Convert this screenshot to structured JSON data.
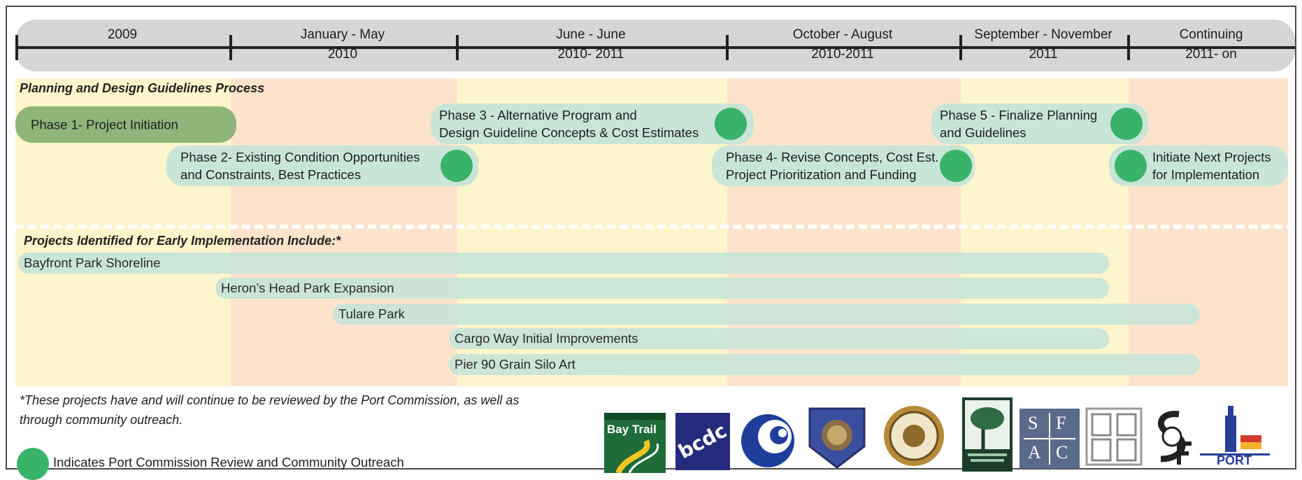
{
  "timeline": {
    "periods": [
      {
        "range": "2009",
        "year": ""
      },
      {
        "range": "January - May",
        "year": "2010"
      },
      {
        "range": "June - June",
        "year": "2010- 2011"
      },
      {
        "range": "October  - August",
        "year": "2010-2011"
      },
      {
        "range": "September - November",
        "year": "2011"
      },
      {
        "range": "Continuing",
        "year": "2011- on"
      }
    ]
  },
  "planning": {
    "title": "Planning and Design Guidelines Process",
    "phase1": {
      "line1": "Phase 1- Project Initiation"
    },
    "phase2": {
      "line1": "Phase 2- Existing Condition Opportunities",
      "line2": "and Constraints, Best Practices"
    },
    "phase3": {
      "line1": "Phase 3 - Alternative Program and",
      "line2": "Design Guideline Concepts & Cost Estimates"
    },
    "phase4": {
      "line1": "Phase 4- Revise Concepts, Cost Est.",
      "line2": "Project Prioritization and Funding"
    },
    "phase5": {
      "line1": "Phase 5 - Finalize Planning",
      "line2": "and Guidelines"
    },
    "phase6": {
      "line1": "Initiate Next Projects",
      "line2": "for Implementation"
    }
  },
  "early": {
    "title": "Projects Identified for Early Implementation Include:*",
    "projects": [
      "Bayfront Park Shoreline",
      "Heron’s Head Park Expansion",
      "Tulare Park",
      "Cargo Way Initial Improvements",
      "Pier 90 Grain Silo Art"
    ]
  },
  "footnote": {
    "line1": "*These projects have and will continue to be reviewed by the Port Commission, as well as",
    "line2": "through community outreach."
  },
  "legend": {
    "text": "Indicates  Port Commission Review and Community Outreach"
  },
  "logos": {
    "baytrail": "Bay Trail",
    "bcdc": "bcdc",
    "sfac_s": "S",
    "sfac_f": "F",
    "sfac_a": "A",
    "sfac_c": "C",
    "port": "PORT"
  },
  "colors": {
    "band_yellow": "#fdf5cc",
    "band_peach": "#fde3cc",
    "pill": "#c9e5d8",
    "phase1": "#8fb57a",
    "dot": "#39b26a"
  }
}
